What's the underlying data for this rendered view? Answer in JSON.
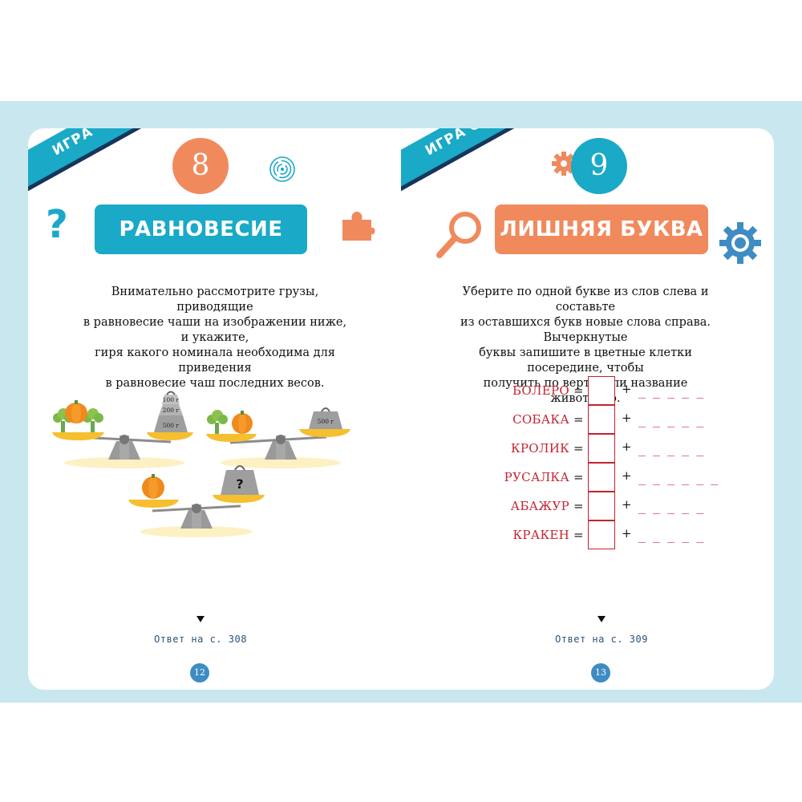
{
  "colors": {
    "teal": "#1aa9c7",
    "orange": "#f08a5d",
    "navy": "#17355a",
    "red": "#c42330",
    "background": "#c9e7ef",
    "page_number_blue": "#3e8cc3"
  },
  "left_page": {
    "section": "ИГРА ЧИСЕЛ",
    "number": "8",
    "title": "РАВНОВЕСИЕ",
    "description": [
      "Внимательно рассмотрите грузы, приводящие",
      "в равновесие чаши на изображении ниже, и укажите,",
      "гиря какого номинала необходима для приведения",
      "в равновесие чаш последних весов."
    ],
    "weights": {
      "w100": "100 г",
      "w200": "200 г",
      "w500a": "500 г",
      "w500b": "500 г",
      "unknown": "?"
    },
    "question_mark": "?",
    "answer": "Ответ на с. 308",
    "page_number": "12",
    "icons": [
      "question-mark-icon",
      "maze-icon",
      "puzzle-piece-icon"
    ]
  },
  "right_page": {
    "section": "ИГРА СЛОВ",
    "number": "9",
    "title": "ЛИШНЯЯ БУКВА",
    "description": [
      "Уберите по одной букве из слов слева и составьте",
      "из оставшихся букв новые слова справа. Вычеркнутые",
      "буквы запишите в цветные клетки посередине, чтобы",
      "получить по вертикали название животного."
    ],
    "rows": [
      {
        "word": "БОЛЕРО",
        "eq": "=",
        "plus": "+",
        "blanks": "_ _ _ _ _"
      },
      {
        "word": "СОБАКА",
        "eq": "=",
        "plus": "+",
        "blanks": "_ _ _ _ _"
      },
      {
        "word": "КРОЛИК",
        "eq": "=",
        "plus": "+",
        "blanks": "_ _ _ _ _"
      },
      {
        "word": "РУСАЛКА",
        "eq": "=",
        "plus": "+",
        "blanks": "_ _ _ _ _ _"
      },
      {
        "word": "АБАЖУР",
        "eq": "=",
        "plus": "+",
        "blanks": "_ _ _ _ _"
      },
      {
        "word": "КРАКЕН",
        "eq": "=",
        "plus": "+",
        "blanks": "_ _ _ _ _"
      }
    ],
    "answer": "Ответ на с. 309",
    "page_number": "13",
    "icons": [
      "gear-icon",
      "magnifier-icon",
      "blue-gear-icon"
    ]
  }
}
